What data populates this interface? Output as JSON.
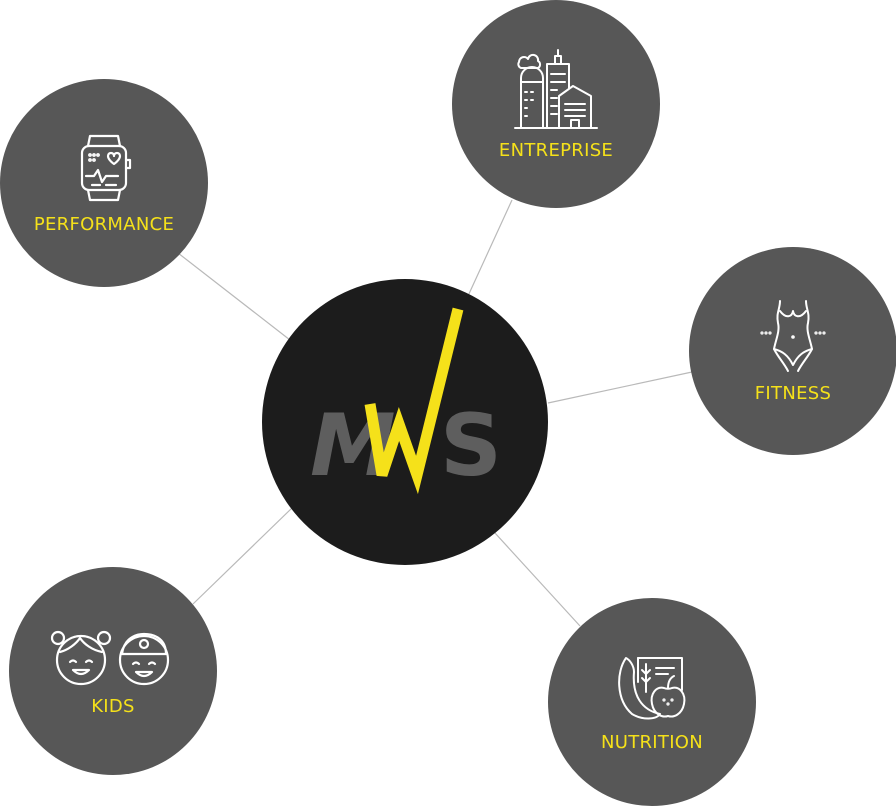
{
  "hub": {
    "logo_letters": {
      "m": "M",
      "w": "W",
      "s": "S"
    },
    "colors": {
      "accent": "#f5e11a",
      "letter_gray": "#5e5e5e",
      "hub_bg": "#1c1c1c"
    }
  },
  "nodes": [
    {
      "id": "performance",
      "label": "PERFORMANCE",
      "icon": "smartwatch-heart-icon"
    },
    {
      "id": "entreprise",
      "label": "ENTREPRISE",
      "icon": "city-buildings-icon"
    },
    {
      "id": "fitness",
      "label": "FITNESS",
      "icon": "body-silhouette-icon"
    },
    {
      "id": "kids",
      "label": "KIDS",
      "icon": "children-faces-icon"
    },
    {
      "id": "nutrition",
      "label": "NUTRITION",
      "icon": "fruits-vegetables-icon"
    }
  ],
  "colors": {
    "node_bg": "#575757",
    "label": "#f5e11a",
    "icon_stroke": "#ffffff",
    "connector": "#b9b9b9"
  }
}
